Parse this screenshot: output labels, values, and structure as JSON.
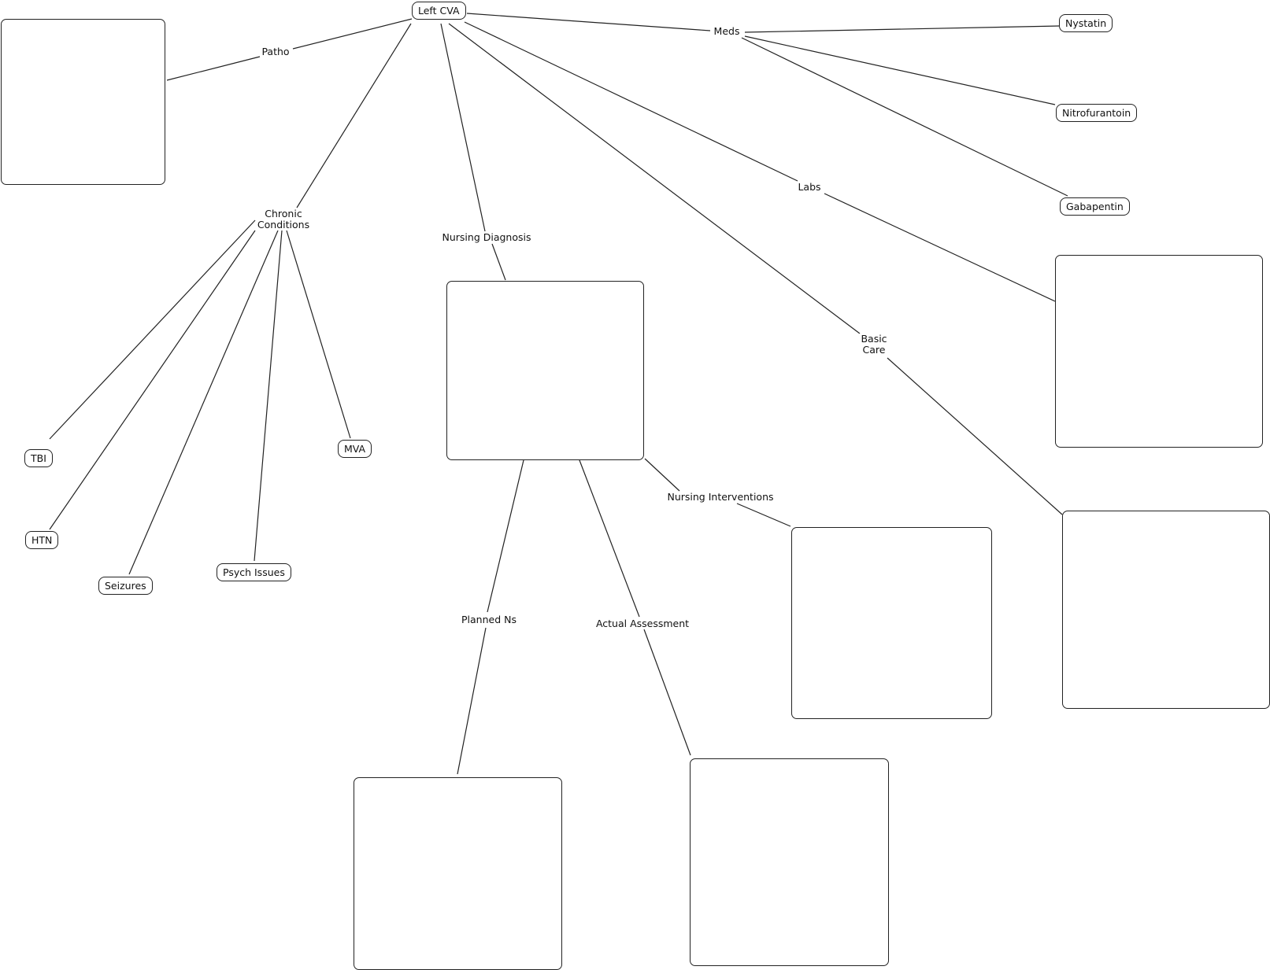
{
  "concept_map": {
    "root": "Left CVA",
    "links": {
      "patho": "Patho",
      "chronic_line1": "Chronic",
      "chronic_line2": "Conditions",
      "nursing_diagnosis": "Nursing Diagnosis",
      "meds": "Meds",
      "labs": "Labs",
      "basic_care_line1": "Basic",
      "basic_care_line2": "Care",
      "nursing_interventions": "Nursing Interventions",
      "planned_ns": "Planned Ns",
      "actual_assessment": "Actual Assessment"
    },
    "chronic_conditions": [
      "TBI",
      "HTN",
      "Seizures",
      "Psych Issues",
      "MVA"
    ],
    "meds": [
      "Nystatin",
      "Nitrofurantoin",
      "Gabapentin"
    ],
    "empty_boxes": [
      "patho-box",
      "nursing-diagnosis-box",
      "labs-box",
      "basic-care-box",
      "nursing-interventions-box",
      "planned-ns-box",
      "actual-assessment-box"
    ]
  }
}
